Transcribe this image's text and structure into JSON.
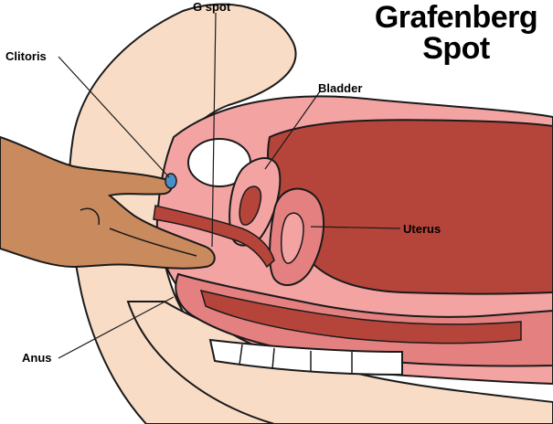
{
  "title": {
    "line1": "Grafenberg",
    "line2": "Spot"
  },
  "labels": {
    "g_spot": "G spot",
    "clitoris": "Clitoris",
    "bladder": "Bladder",
    "uterus": "Uterus",
    "anus": "Anus"
  },
  "colors": {
    "skin_outer": "#f8dcc6",
    "tissue_pink": "#f4a3a3",
    "tissue_mid": "#e58080",
    "organ_red": "#b5453a",
    "hand_skin": "#c98a5e",
    "clitoris_blue": "#4a90c8",
    "outline": "#1a1a1a"
  }
}
